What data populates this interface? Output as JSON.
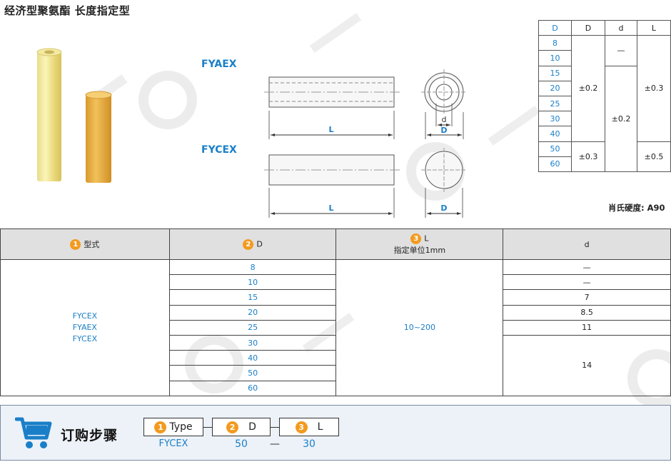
{
  "title": "经济型聚氨酯 长度指定型",
  "models": {
    "fyaex": "FYAEX",
    "fycex": "FYCEX"
  },
  "drawing_labels": {
    "L": "L",
    "D": "D",
    "d": "d"
  },
  "spec_table": {
    "headers": [
      "D",
      "D",
      "d",
      "L"
    ],
    "d_values": [
      "8",
      "10",
      "15",
      "20",
      "25",
      "30",
      "40",
      "50",
      "60"
    ],
    "tol_D_upper": "±0.2",
    "tol_D_lower": "±0.3",
    "tol_d_dash": "—",
    "tol_d_mid": "±0.2",
    "tol_L_upper": "±0.3",
    "tol_L_lower": "±0.5"
  },
  "hardness": "肖氏硬度:  A90",
  "main_table": {
    "h1_num": "1",
    "h1": "型式",
    "h2_num": "2",
    "h2": "D",
    "h3_num": "3",
    "h3": "L",
    "h3_sub": "指定单位1mm",
    "h4": "d",
    "types": [
      "FYCEX",
      "FYAEX",
      "FYCEX"
    ],
    "D_values": [
      "8",
      "10",
      "15",
      "20",
      "25",
      "30",
      "40",
      "50",
      "60"
    ],
    "L_range": "10~200",
    "d_values": [
      "—",
      "—",
      "7",
      "8.5",
      "11",
      "14"
    ]
  },
  "order": {
    "title": "订购步骤",
    "step1_num": "1",
    "step1": "Type",
    "step2_num": "2",
    "step2": "D",
    "step3_num": "3",
    "step3": "L",
    "val_type": "FYCEX",
    "val_d": "50",
    "val_sep": "—",
    "val_l": "30"
  },
  "colors": {
    "accent_blue": "#1a7fc8",
    "badge_orange": "#f39a1e",
    "header_gray": "#e0e0e0",
    "order_bg": "#edf2f8"
  }
}
